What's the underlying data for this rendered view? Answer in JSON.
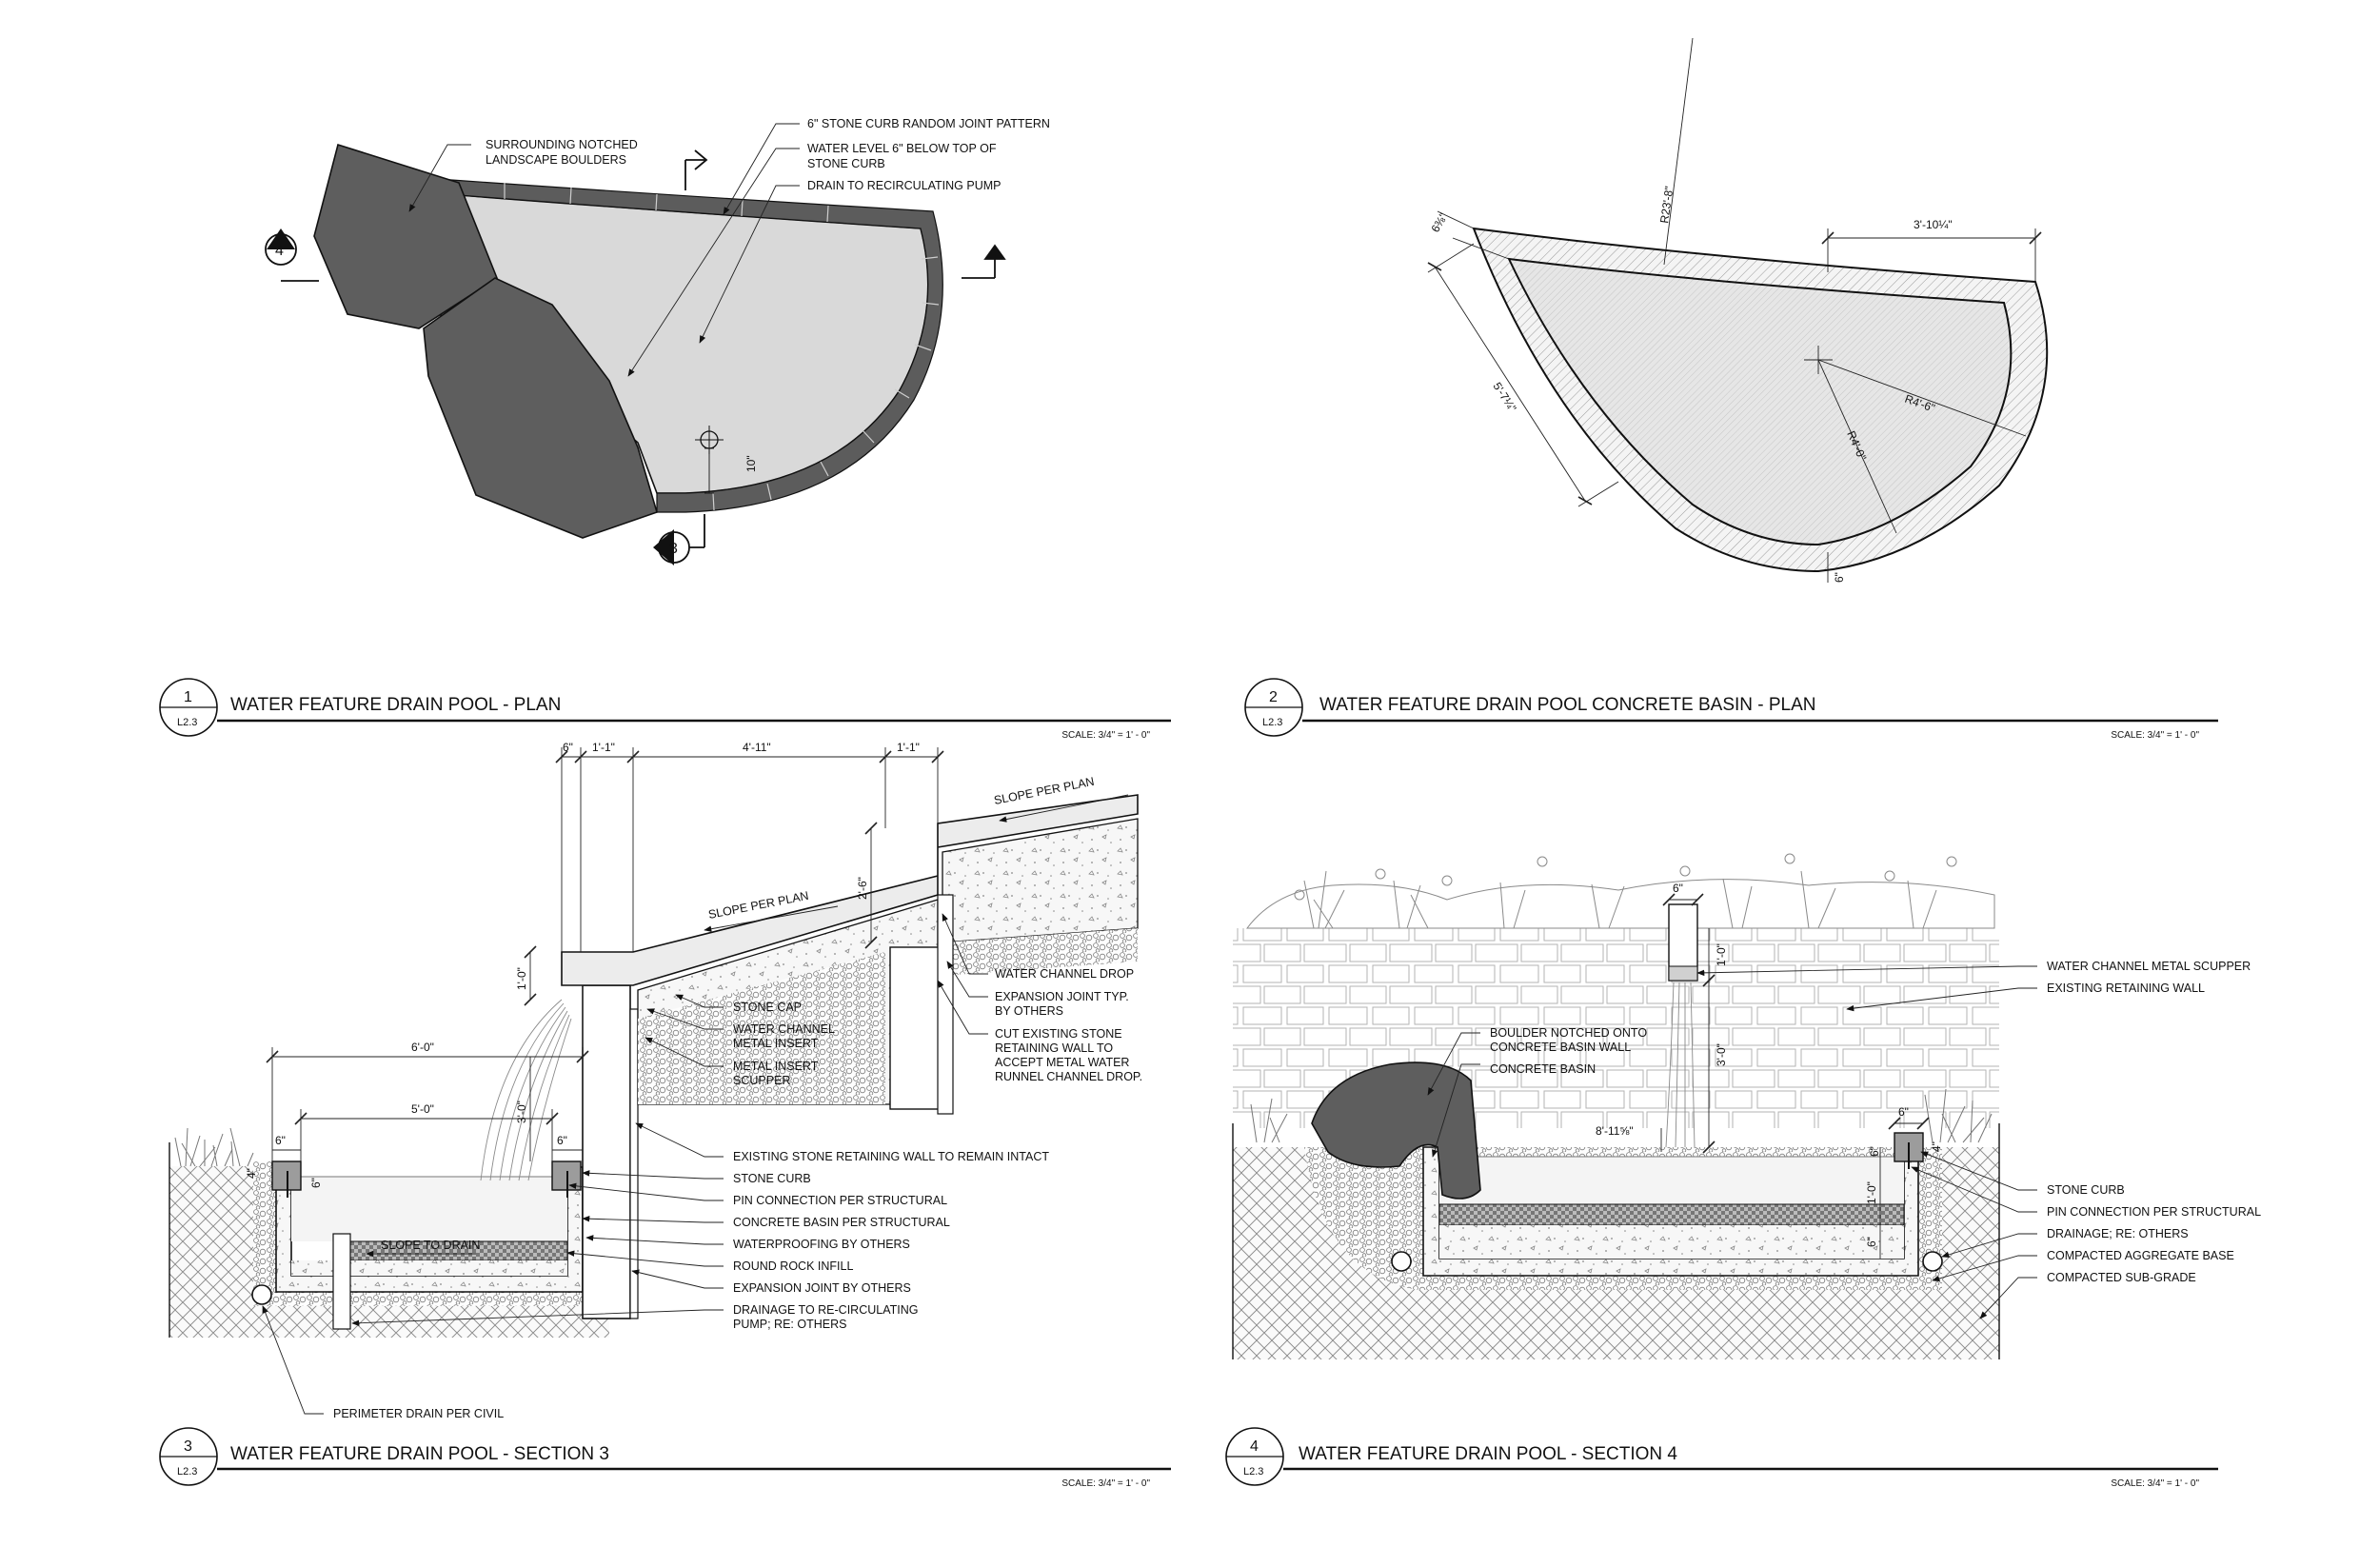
{
  "sheet": {
    "detail_1": {
      "number": "1",
      "sheet_ref": "L2.3",
      "title": "WATER FEATURE DRAIN POOL - PLAN",
      "scale": "SCALE: 3/4\" = 1' - 0\"",
      "notes": {
        "boulders": [
          "SURROUNDING NOTCHED",
          "LANDSCAPE BOULDERS"
        ],
        "curb": "6\" STONE CURB RANDOM JOINT PATTERN",
        "water": [
          "WATER LEVEL 6\" BELOW TOP OF",
          "STONE CURB"
        ],
        "drain": "DRAIN TO RECIRCULATING PUMP"
      },
      "dim_drain": "10\"",
      "section_marks": [
        "4",
        "3"
      ]
    },
    "detail_2": {
      "number": "2",
      "sheet_ref": "L2.3",
      "title": "WATER FEATURE DRAIN POOL CONCRETE BASIN - PLAN",
      "scale": "SCALE: 3/4\" = 1' - 0\"",
      "dims": {
        "r_large": "R23'-8\"",
        "width_top": "3'-10¼\"",
        "r_outer": "R4'-6\"",
        "r_inner": "R4'-0\"",
        "left_edge": "5'-7¼\"",
        "wall_left": "6⅜\"",
        "wall_bottom": "6\""
      }
    },
    "detail_3": {
      "number": "3",
      "sheet_ref": "L2.3",
      "title": "WATER FEATURE DRAIN POOL - SECTION 3",
      "scale": "SCALE: 3/4\" = 1' - 0\"",
      "dims_top": [
        "6\"",
        "1'-1\"",
        "4'-11\"",
        "1'-1\""
      ],
      "dim_2_6": "2'-6\"",
      "dim_1_0": "1'-0\"",
      "dim_6_0": "6'-0\"",
      "dim_5_0": "5'-0\"",
      "dim_3_0": "3'-0\"",
      "dim_6a": "6\"",
      "dim_6b": "6\"",
      "dim_4": "4\"",
      "dim_6c": "6\"",
      "slope_upper": "SLOPE PER PLAN",
      "slope_lower": "SLOPE PER PLAN",
      "slope_drain": "SLOPE TO DRAIN",
      "notes_mid": {
        "stone_cap": "STONE CAP",
        "channel_insert": [
          "WATER CHANNEL",
          "METAL INSERT"
        ],
        "scupper": [
          "METAL INSERT",
          "SCUPPER"
        ]
      },
      "notes_right": {
        "channel_drop": "WATER CHANNEL DROP",
        "expansion": [
          "EXPANSION JOINT TYP.",
          "BY OTHERS"
        ],
        "cut_wall": [
          "CUT EXISTING STONE",
          "RETAINING WALL TO",
          "ACCEPT METAL WATER",
          "RUNNEL CHANNEL DROP."
        ]
      },
      "notes_list": [
        "EXISTING STONE RETAINING WALL TO REMAIN INTACT",
        "STONE CURB",
        "PIN CONNECTION PER STRUCTURAL",
        "CONCRETE BASIN PER STRUCTURAL",
        "WATERPROOFING BY OTHERS",
        "ROUND ROCK INFILL",
        "EXPANSION JOINT BY OTHERS"
      ],
      "note_drainage": [
        "DRAINAGE TO RE-CIRCULATING",
        "PUMP; RE: OTHERS"
      ],
      "note_perimeter": "PERIMETER DRAIN PER CIVIL"
    },
    "detail_4": {
      "number": "4",
      "sheet_ref": "L2.3",
      "title": "WATER FEATURE DRAIN POOL - SECTION 4",
      "scale": "SCALE: 3/4\" = 1' - 0\"",
      "dim_scupper": "6\"",
      "dim_1_0": "1'-0\"",
      "dim_3_0": "3'-0\"",
      "dim_8_11": "8'-11⅝\"",
      "dim_curb": "6\"",
      "dim_6": "6\"",
      "dim_4": "4\"",
      "dim_1_0b": "1'-0\"",
      "dim_6b": "6\"",
      "note_boulder": [
        "BOULDER NOTCHED ONTO",
        "CONCRETE BASIN WALL"
      ],
      "note_basin": "CONCRETE BASIN",
      "note_scupper": "WATER CHANNEL METAL SCUPPER",
      "note_wall": "EXISTING RETAINING WALL",
      "notes_list": [
        "STONE CURB",
        "PIN CONNECTION PER STRUCTURAL",
        "DRAINAGE; RE: OTHERS",
        "COMPACTED AGGREGATE BASE",
        "COMPACTED SUB-GRADE"
      ]
    }
  }
}
